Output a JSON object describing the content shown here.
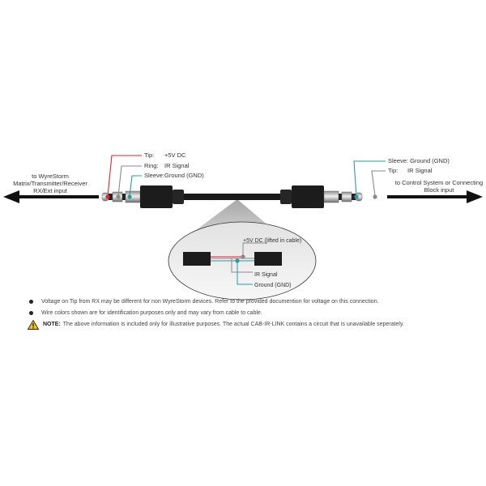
{
  "left_caption": {
    "line1": "to WyreStorm",
    "line2": "Matrix/Transmitter/Receiver",
    "line3": "RX/Ext input"
  },
  "right_caption": {
    "line1": "to Control System or Connecting",
    "line2": "Block input"
  },
  "left_plug": {
    "tip_name": "Tip:",
    "tip_value": "+5V DC",
    "ring_name": "Ring:",
    "ring_value": "IR Signal",
    "sleeve_name": "Sleeve:",
    "sleeve_value": "Ground (GND)"
  },
  "right_plug": {
    "sleeve_label": "Sleeve: Ground (GND)",
    "tip_name": "Tip:",
    "tip_value": "IR Signal"
  },
  "zoom": {
    "power_label": "+5V DC (lifted in cable)",
    "ir_label": "IR Signal",
    "ground_label": "Ground (GND)"
  },
  "notes": [
    "Voltage on Tip from RX may be different for non WyreStorm devices.  Refer to the provided documention for voltage on this connection.",
    "Wire colors shown are for identification purposes only and may vary from cable to cable."
  ],
  "warning": {
    "bold": "NOTE:",
    "text": "The above information is included only for illustrative purposes.  The actual CAB-IR-LINK contains a circuit that is unavailable seperately."
  },
  "colors": {
    "power": "#e0252b",
    "ir": "#8a8a8a",
    "ground": "#2b9aa6",
    "warning": "#f5c400"
  }
}
